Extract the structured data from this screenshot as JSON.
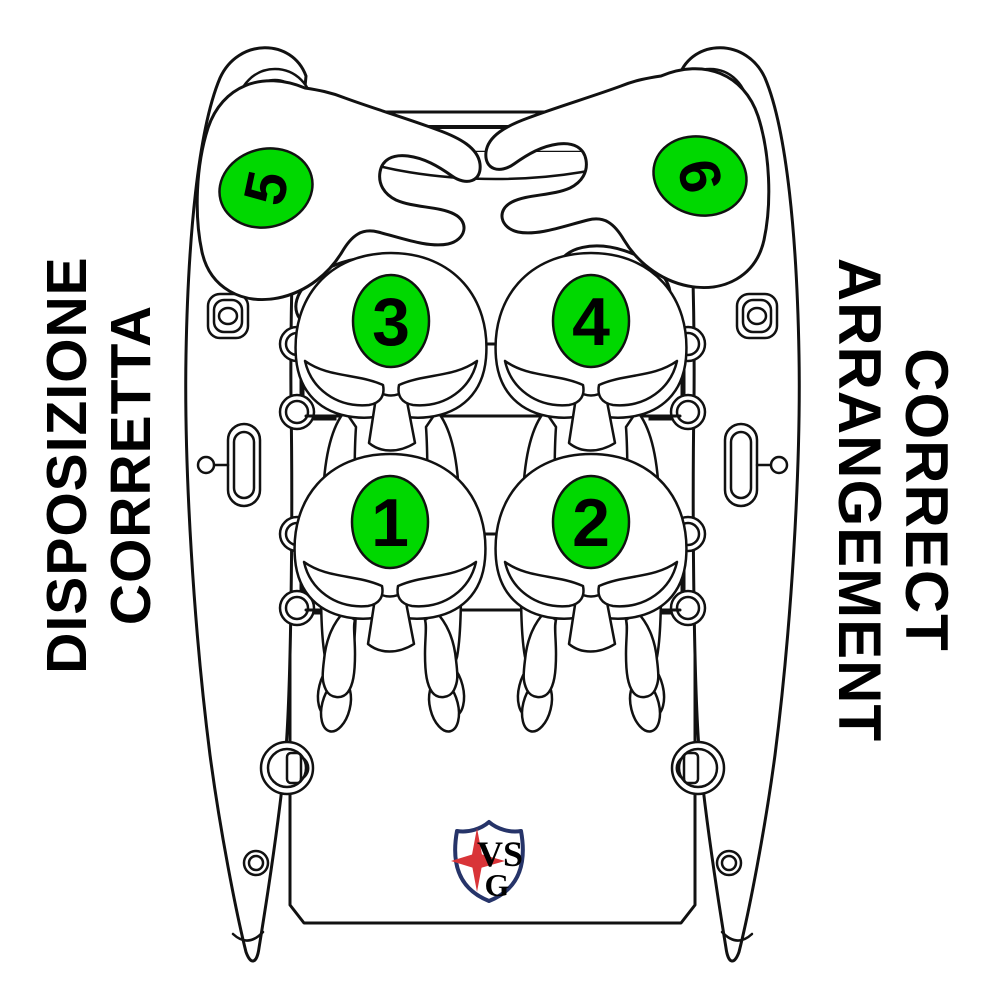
{
  "diagram": {
    "left_caption": {
      "line1": "DISPOSIZIONE",
      "line2": "CORRETTA"
    },
    "right_caption": {
      "line1": "CORRECT",
      "line2": "ARRANGEMENT"
    },
    "positions": [
      {
        "label": "1"
      },
      {
        "label": "2"
      },
      {
        "label": "3"
      },
      {
        "label": "4"
      },
      {
        "label": "5"
      },
      {
        "label": "6"
      }
    ],
    "logo": {
      "monogram_top": "VS",
      "monogram_bottom": "G"
    },
    "colors": {
      "marker_green": "#00D800",
      "outline": "#111111",
      "caption_text": "#000000",
      "logo_navy": "#263469",
      "logo_red": "#D93438",
      "background": "#FFFFFF"
    }
  }
}
